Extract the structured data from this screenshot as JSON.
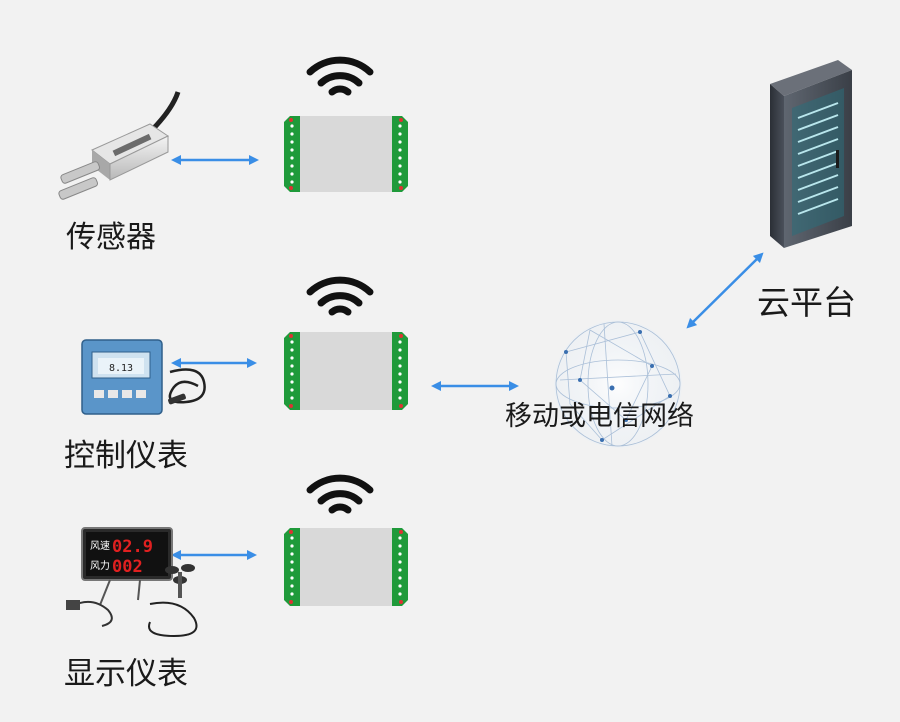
{
  "labels": {
    "sensor": "传感器",
    "control": "控制仪表",
    "display": "显示仪表",
    "network": "移动或电信网络",
    "cloud": "云平台"
  },
  "display_meter": {
    "row1_name": "风速",
    "row1_value": "02.9",
    "row2_name": "风力",
    "row2_value": "002"
  },
  "control_meter": {
    "reading": "8.13"
  },
  "colors": {
    "arrow": "#3a8ee6",
    "module_green": "#1f9a3a",
    "module_face": "#d9d9d9",
    "wifi": "#111111",
    "display_digits": "#e02020"
  }
}
